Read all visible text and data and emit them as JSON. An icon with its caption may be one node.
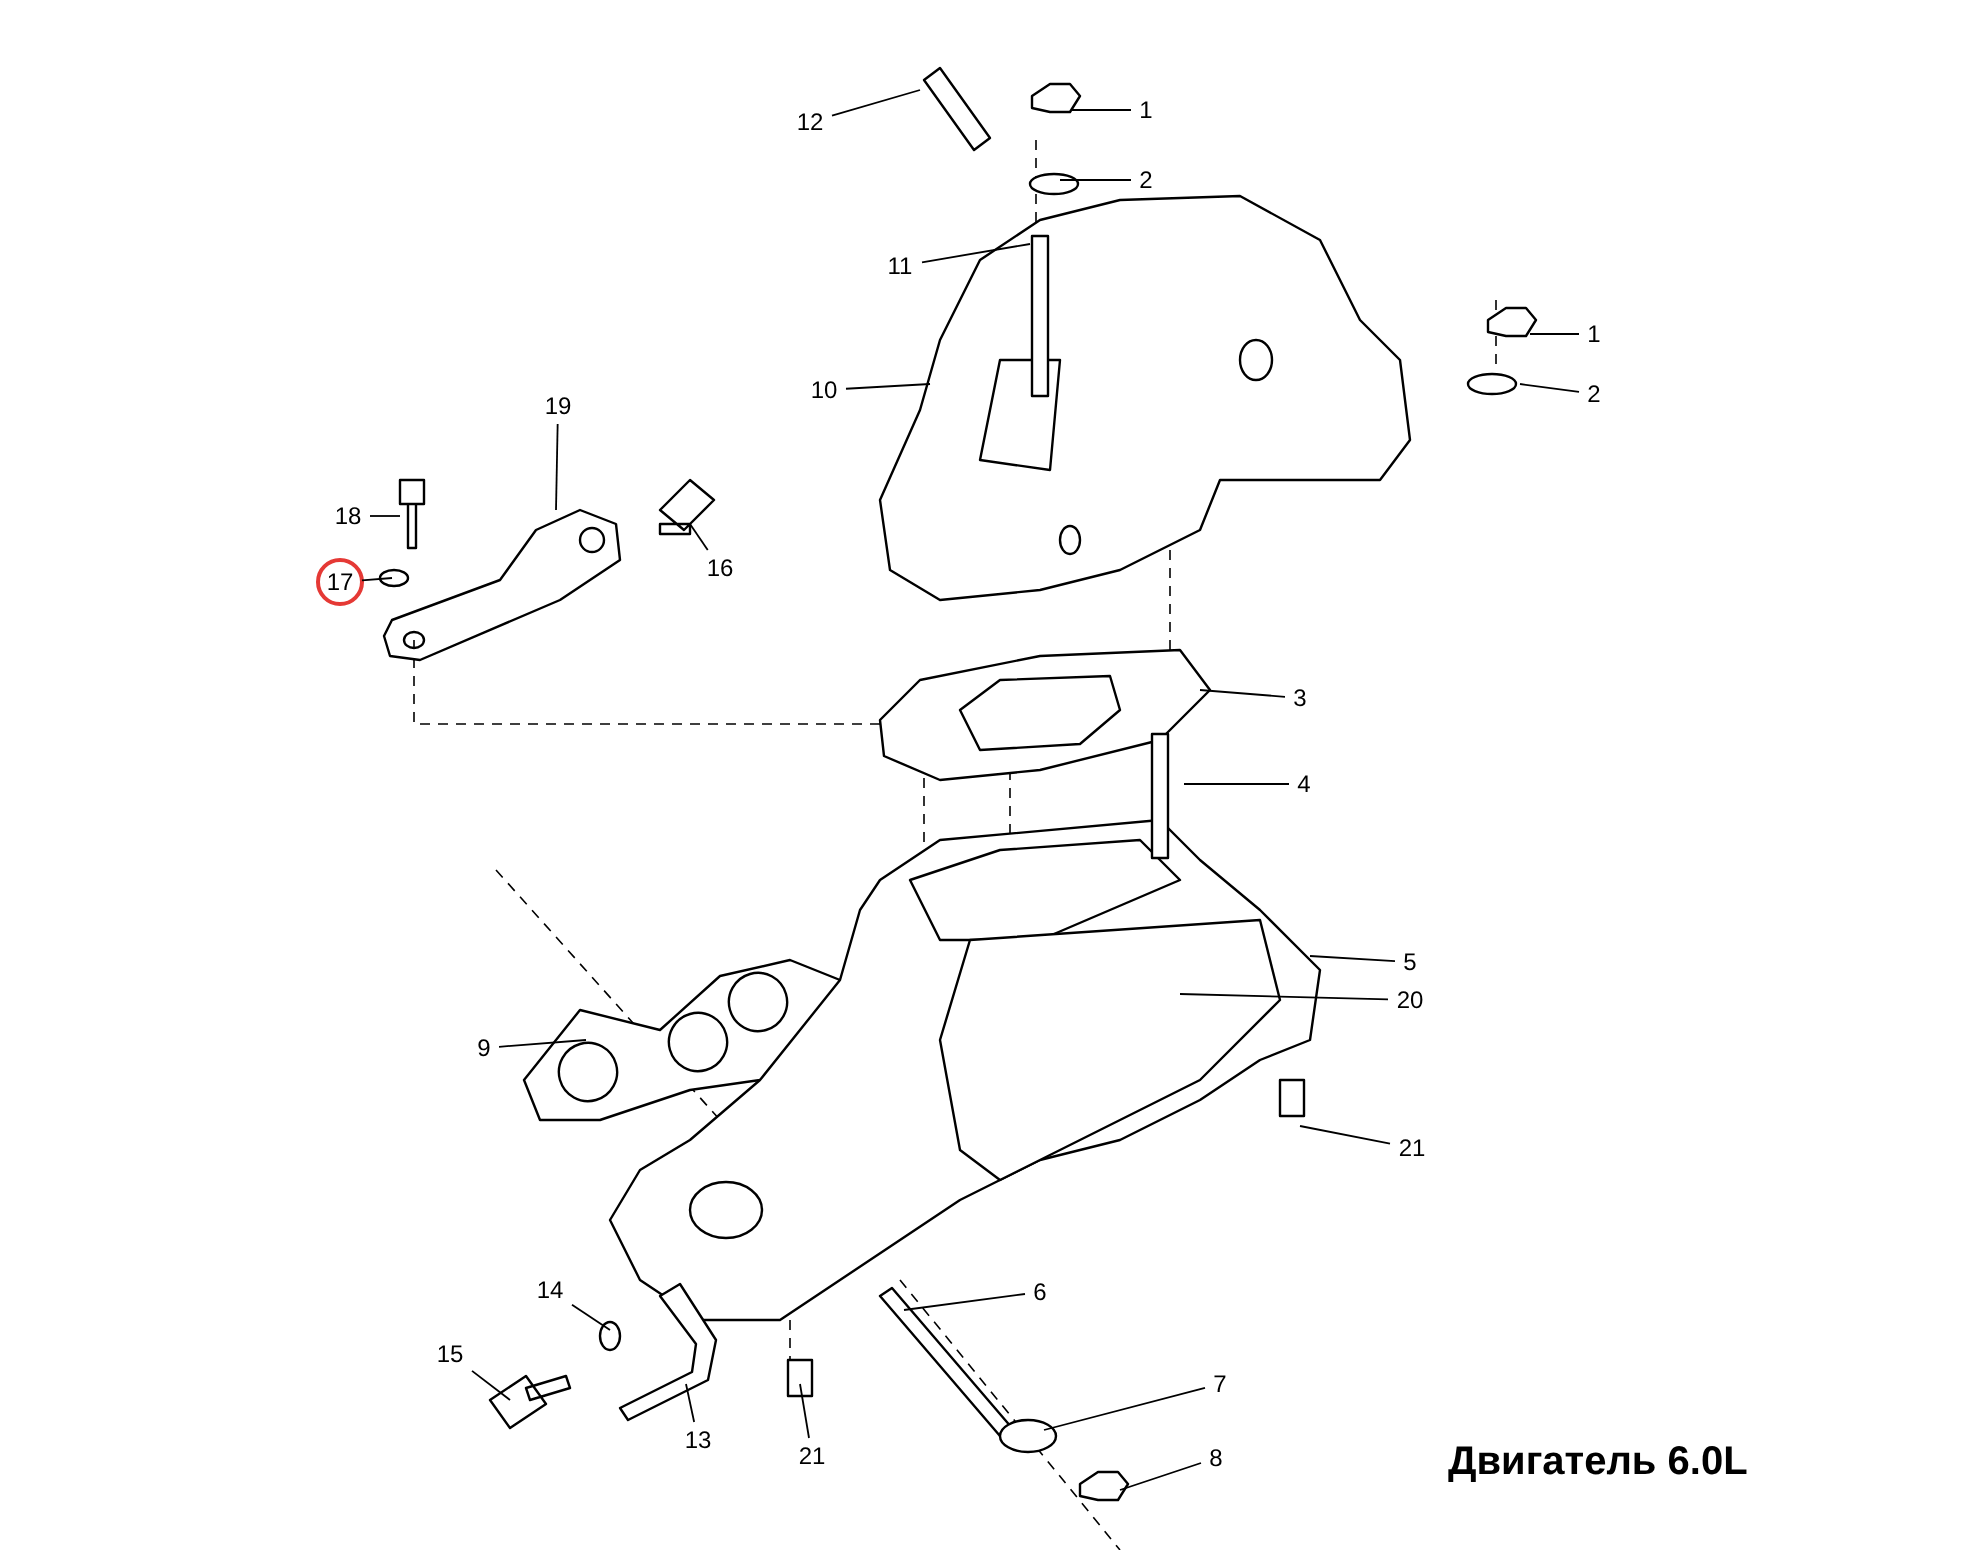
{
  "diagram": {
    "title": "Двигатель 6.0L",
    "nodes": [
      {
        "text": [
          "12"
        ]
      },
      {
        "text": [
          "1"
        ]
      },
      {
        "text": [
          "2"
        ]
      },
      {
        "text": [
          "11"
        ]
      },
      {
        "text": [
          "1"
        ]
      },
      {
        "text": [
          "2"
        ]
      },
      {
        "text": [
          "10"
        ]
      },
      {
        "text": [
          "19"
        ]
      },
      {
        "text": [
          "18"
        ]
      },
      {
        "text": [
          "16"
        ]
      },
      {
        "text": [
          "17"
        ]
      },
      {
        "text": [
          "3"
        ]
      },
      {
        "text": [
          "4"
        ]
      },
      {
        "text": [
          "5"
        ]
      },
      {
        "text": [
          "20"
        ]
      },
      {
        "text": [
          "9"
        ]
      },
      {
        "text": [
          "21"
        ]
      },
      {
        "text": [
          "6"
        ]
      },
      {
        "text": [
          "14"
        ]
      },
      {
        "text": [
          "15"
        ]
      },
      {
        "text": [
          "7"
        ]
      },
      {
        "text": [
          "13"
        ]
      },
      {
        "text": [
          "21"
        ]
      },
      {
        "text": [
          "8"
        ]
      }
    ],
    "edges": [
      {
        "from": 0,
        "to": null,
        "arrow": "none"
      },
      {
        "from": 1,
        "to": null,
        "arrow": "none"
      },
      {
        "from": 2,
        "to": null,
        "arrow": "none"
      },
      {
        "from": 3,
        "to": null,
        "arrow": "none"
      },
      {
        "from": 4,
        "to": null,
        "arrow": "none"
      },
      {
        "from": 5,
        "to": null,
        "arrow": "none"
      },
      {
        "from": 6,
        "to": null,
        "arrow": "none"
      },
      {
        "from": 7,
        "to": null,
        "arrow": "none"
      },
      {
        "from": 8,
        "to": null,
        "arrow": "none"
      },
      {
        "from": 9,
        "to": null,
        "arrow": "none"
      },
      {
        "from": 10,
        "to": null,
        "arrow": "none"
      },
      {
        "from": 11,
        "to": null,
        "arrow": "none"
      },
      {
        "from": 12,
        "to": null,
        "arrow": "none"
      },
      {
        "from": 13,
        "to": null,
        "arrow": "none"
      },
      {
        "from": 14,
        "to": null,
        "arrow": "none"
      },
      {
        "from": 15,
        "to": null,
        "arrow": "none"
      },
      {
        "from": 16,
        "to": null,
        "arrow": "none"
      },
      {
        "from": 17,
        "to": null,
        "arrow": "none"
      },
      {
        "from": 18,
        "to": null,
        "arrow": "none"
      },
      {
        "from": 19,
        "to": null,
        "arrow": "none"
      },
      {
        "from": 20,
        "to": null,
        "arrow": "none"
      },
      {
        "from": 21,
        "to": null,
        "arrow": "none"
      },
      {
        "from": 22,
        "to": null,
        "arrow": "none"
      },
      {
        "from": 23,
        "to": null,
        "arrow": "none"
      }
    ]
  }
}
